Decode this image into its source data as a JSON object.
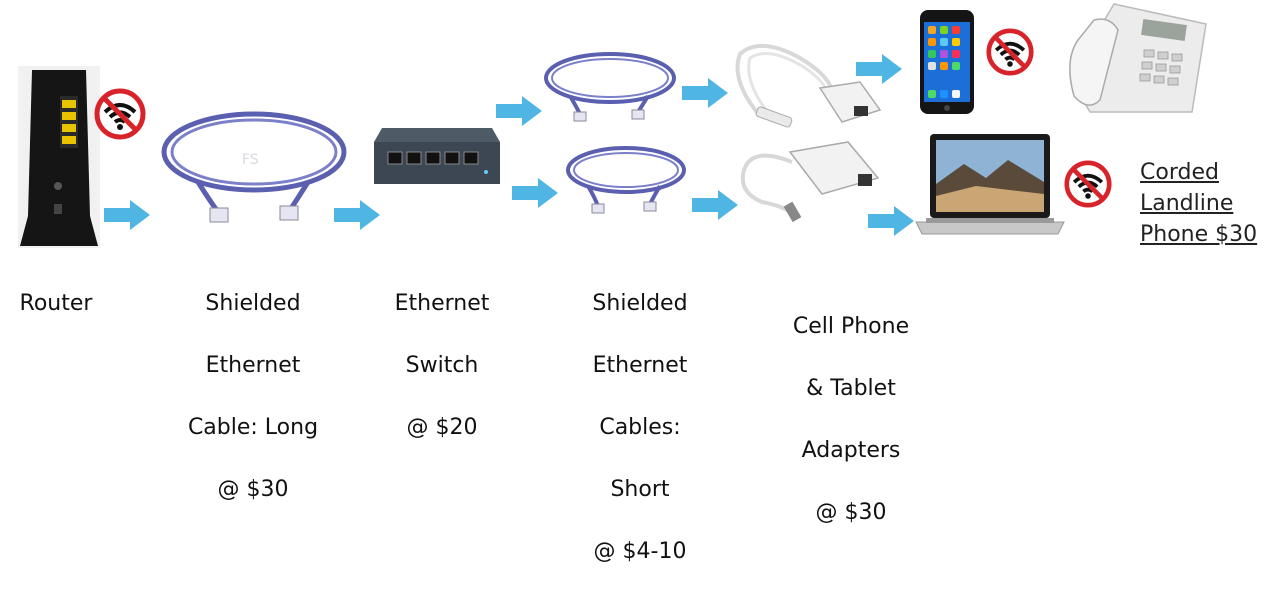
{
  "colors": {
    "arrow": "#4fb6e3",
    "cable": "#5a5fb0",
    "no_wifi_ring": "#d8232a"
  },
  "icons": [
    "router-icon",
    "ethernet-cable-icon",
    "ethernet-switch-icon",
    "usb-ethernet-adapter-icon",
    "smartphone-icon",
    "laptop-icon",
    "landline-phone-icon",
    "no-wifi-icon",
    "arrow-right-icon"
  ],
  "labels": {
    "router": [
      "Router"
    ],
    "long_cable": [
      "Shielded",
      "Ethernet",
      "Cable: Long",
      "@ $30"
    ],
    "switch": [
      "Ethernet",
      "Switch",
      "@ $20"
    ],
    "short_cables": [
      "Shielded",
      "Ethernet",
      "Cables:",
      "Short",
      "@ $4-10"
    ],
    "adapters": [
      "Cell Phone",
      "& Tablet",
      "Adapters",
      "@ $30"
    ],
    "landline": [
      "Corded",
      "Landline",
      "Phone $30"
    ]
  },
  "watermark": "FS"
}
